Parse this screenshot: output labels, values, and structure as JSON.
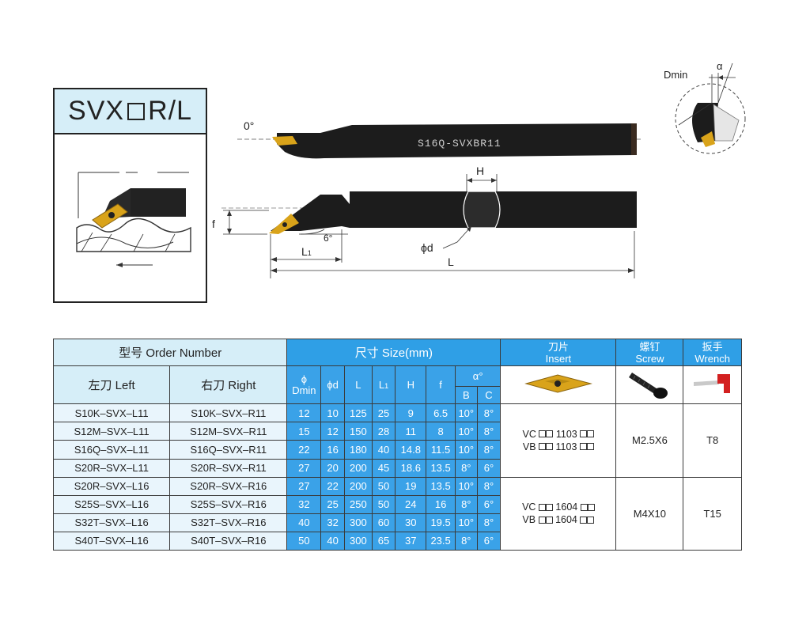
{
  "title": {
    "prefix": "SVX",
    "suffix": "R/L"
  },
  "drawing": {
    "angle_zero": "0°",
    "angle_six": "6°",
    "dim_H": "H",
    "dim_f": "f",
    "dim_L1": "L",
    "dim_L1_sub": "1",
    "dim_L": "L",
    "dim_phid": "ϕd",
    "shank_marking": "S16Q-SVXBR11",
    "detail_dmin": "Dmin",
    "detail_alpha": "α"
  },
  "table": {
    "order_number_header": "型号 Order Number",
    "size_header": "尺寸 Size(mm)",
    "insert_header": [
      "刀片",
      "Insert"
    ],
    "screw_header": [
      "螺钉",
      "Screw"
    ],
    "wrench_header": [
      "扳手",
      "Wrench"
    ],
    "left_header": "左刀 Left",
    "right_header": "右刀 Right",
    "col_dmin": [
      "ϕ",
      "Dmin"
    ],
    "col_d": "ϕd",
    "col_L": "L",
    "col_L1": "L",
    "col_L1_sub": "1",
    "col_H": "H",
    "col_f": "f",
    "col_alpha": "α°",
    "col_B": "B",
    "col_C": "C",
    "rows": [
      {
        "left": "S10K–SVX–L11",
        "right": "S10K–SVX–R11",
        "dmin": "12",
        "d": "10",
        "L": "125",
        "L1": "25",
        "H": "9",
        "f": "6.5",
        "B": "10°",
        "C": "8°"
      },
      {
        "left": "S12M–SVX–L11",
        "right": "S12M–SVX–R11",
        "dmin": "15",
        "d": "12",
        "L": "150",
        "L1": "28",
        "H": "11",
        "f": "8",
        "B": "10°",
        "C": "8°"
      },
      {
        "left": "S16Q–SVX–L11",
        "right": "S16Q–SVX–R11",
        "dmin": "22",
        "d": "16",
        "L": "180",
        "L1": "40",
        "H": "14.8",
        "f": "11.5",
        "B": "10°",
        "C": "8°"
      },
      {
        "left": "S20R–SVX–L11",
        "right": "S20R–SVX–R11",
        "dmin": "27",
        "d": "20",
        "L": "200",
        "L1": "45",
        "H": "18.6",
        "f": "13.5",
        "B": "8°",
        "C": "6°"
      },
      {
        "left": "S20R–SVX–L16",
        "right": "S20R–SVX–R16",
        "dmin": "27",
        "d": "22",
        "L": "200",
        "L1": "50",
        "H": "19",
        "f": "13.5",
        "B": "10°",
        "C": "8°"
      },
      {
        "left": "S25S–SVX–L16",
        "right": "S25S–SVX–R16",
        "dmin": "32",
        "d": "25",
        "L": "250",
        "L1": "50",
        "H": "24",
        "f": "16",
        "B": "8°",
        "C": "6°"
      },
      {
        "left": "S32T–SVX–L16",
        "right": "S32T–SVX–R16",
        "dmin": "40",
        "d": "32",
        "L": "300",
        "L1": "60",
        "H": "30",
        "f": "19.5",
        "B": "10°",
        "C": "8°"
      },
      {
        "left": "S40T–SVX–L16",
        "right": "S40T–SVX–R16",
        "dmin": "50",
        "d": "40",
        "L": "300",
        "L1": "65",
        "H": "37",
        "f": "23.5",
        "B": "8°",
        "C": "6°"
      }
    ],
    "group1": {
      "insert_a_pre": "VC",
      "insert_a_num": "1103",
      "insert_b_pre": "VB",
      "insert_b_num": "1103",
      "screw": "M2.5X6",
      "wrench": "T8"
    },
    "group2": {
      "insert_a_pre": "VC",
      "insert_a_num": "1604",
      "insert_b_pre": "VB",
      "insert_b_num": "1604",
      "screw": "M4X10",
      "wrench": "T15"
    }
  },
  "colors": {
    "header_light": "#d6eef8",
    "header_blue": "#2f9fe6",
    "cell_blue": "#3aa2e8",
    "row_light": "#e9f5fc",
    "insert_gold": "#d9a31a"
  }
}
